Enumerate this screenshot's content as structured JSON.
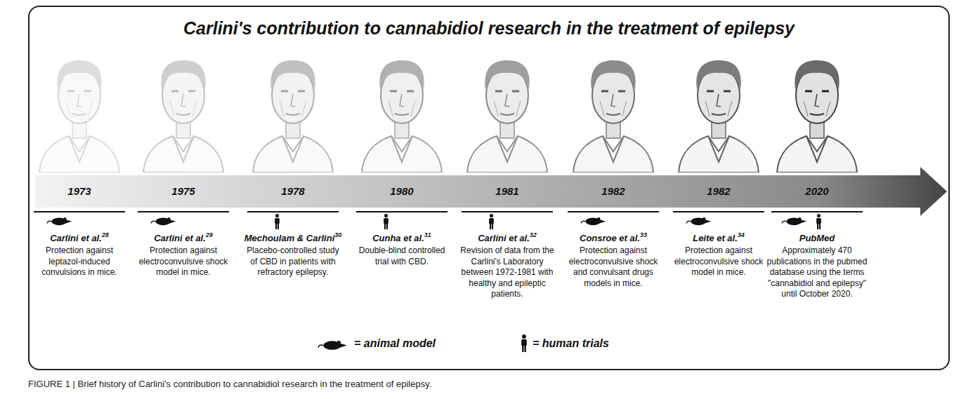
{
  "diagram": {
    "title": "Carlini's contribution to cannabidiol research in the treatment of epilepsy",
    "caption": "FIGURE 1 | Brief history of Carlini's contribution to cannabidiol research in the treatment of epilepsy.",
    "nodes": [
      {
        "text": [
          "Carlini's contribution to cannabidiol research in the treatment of epilepsy"
        ]
      }
    ],
    "labels": [
      "1973",
      "Carlini et al.",
      "28",
      "Protection against leptazol-induced convulsions in mice.",
      "1975",
      "Carlini et al.",
      "29",
      "Protection against electroconvulsive shock model in mice.",
      "1978",
      "Mechoulam & Carlini",
      "30",
      "Placebo-controlled study of CBD in patients with refractory epilepsy.",
      "1980",
      "Cunha et al.",
      "31",
      "Double-blind controlled trial with CBD.",
      "1981",
      "Carlini et al.",
      "32",
      "Revision of data from the Carlini's Laboratory between 1972-1981 with healthy and epileptic patients.",
      "1982",
      "Consroe et al.",
      "33",
      "Protection against electroconvulsive shock and convulsant drugs models in mice.",
      "1982",
      "Leite et al.",
      "34",
      "Protection against electroconvulsive shock model in mice.",
      "2020",
      "PubMed",
      "Approximately 470 publications in the pubmed database using the terms \"cannabidiol and epilepsy\" until October 2020."
    ],
    "legend": [
      {
        "text": "= animal model"
      },
      {
        "text": "= human trials"
      }
    ]
  }
}
